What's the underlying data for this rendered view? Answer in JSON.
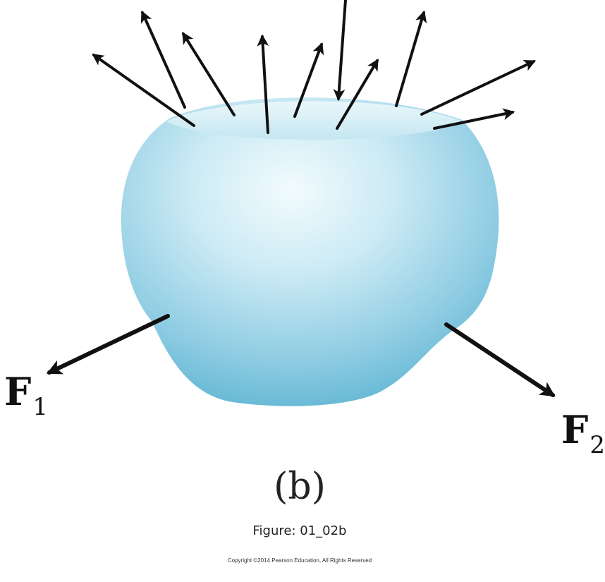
{
  "colors": {
    "body_light": "#f2fbfd",
    "body_mid": "#a7d9ea",
    "body_dark": "#5eb4d2",
    "arrow": "#111111"
  },
  "forces": {
    "f1": {
      "symbol": "F",
      "subscript": "1"
    },
    "f2": {
      "symbol": "F",
      "subscript": "2"
    }
  },
  "panel_letter": "(b)",
  "caption": "Figure: 01_02b",
  "copyright": "Copyright ©2014 Pearson Education, All Rights Reserved"
}
